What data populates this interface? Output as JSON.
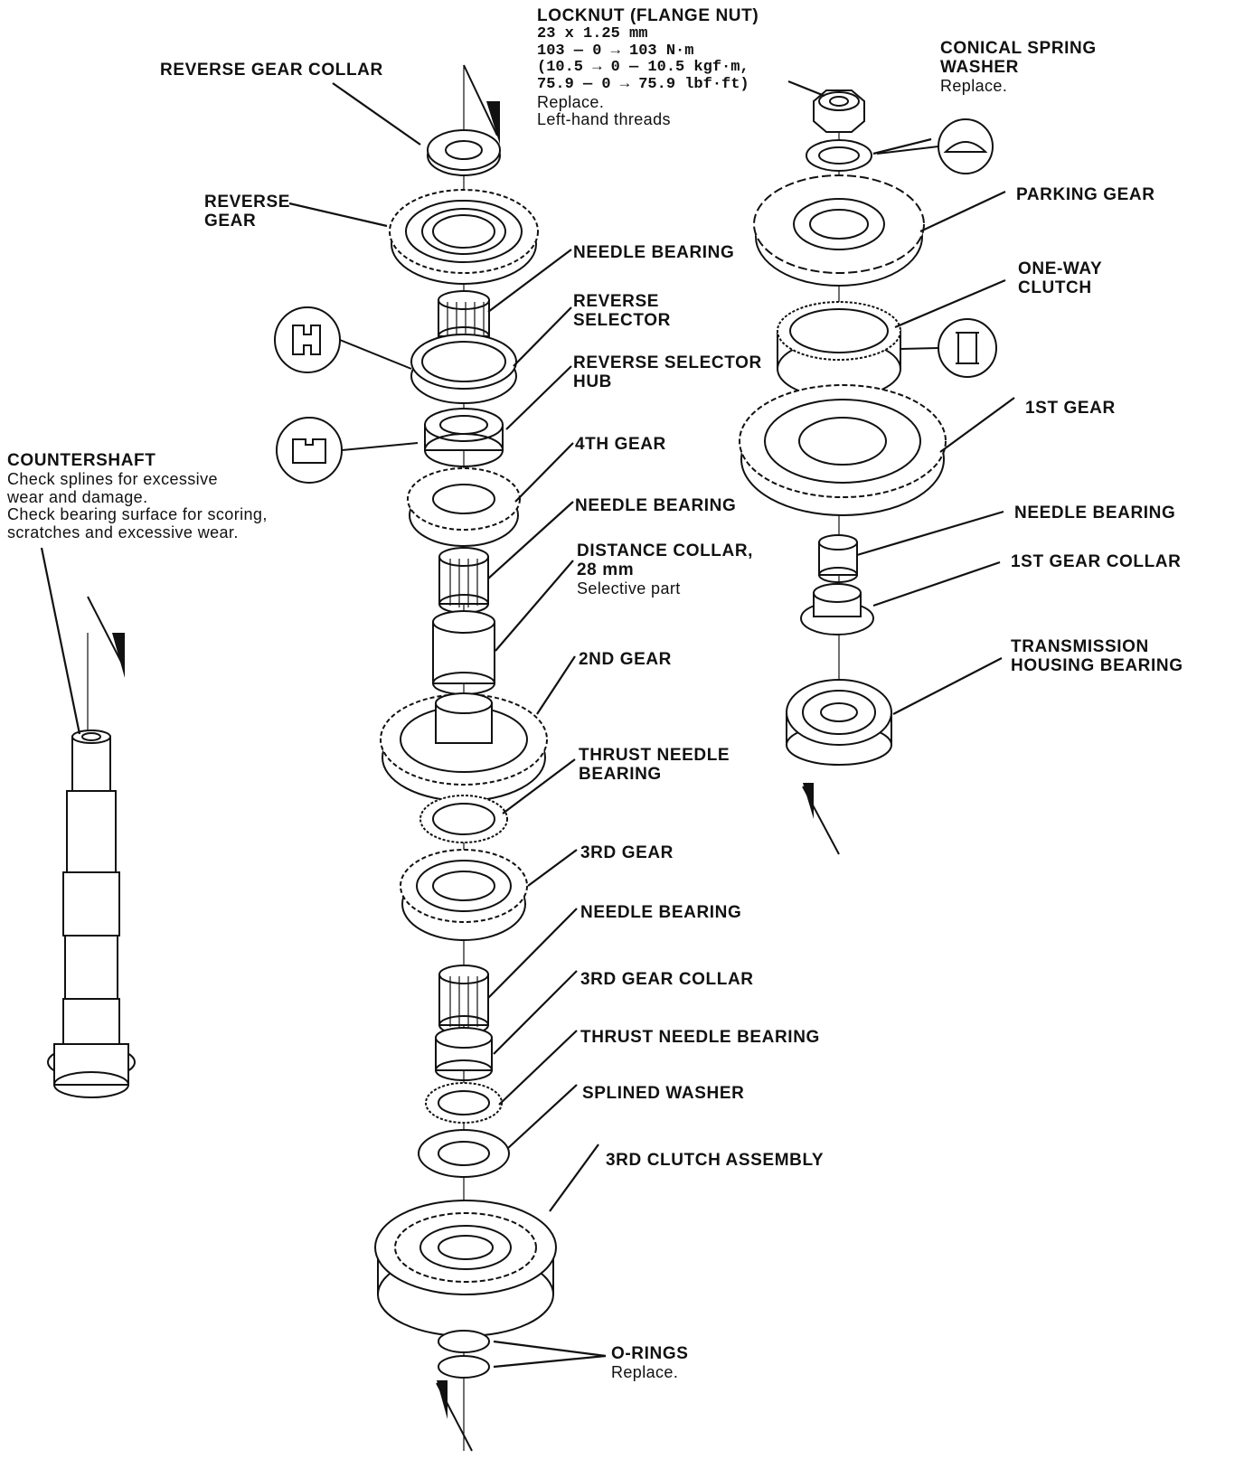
{
  "labels": {
    "reverse_gear_collar": "REVERSE GEAR COLLAR",
    "reverse_gear": [
      "REVERSE",
      "GEAR"
    ],
    "locknut": {
      "title": "LOCKNUT (FLANGE NUT)",
      "size": "23 x 1.25 mm",
      "torque_nm": "103 — 0 → 103 N·m",
      "torque_kgf": "(10.5 → 0 — 10.5 kgf·m,",
      "torque_lbf": "75.9 — 0 → 75.9 lbf·ft)",
      "note1": "Replace.",
      "note2": "Left-hand threads"
    },
    "conical_spring_washer": {
      "title1": "CONICAL SPRING",
      "title2": "WASHER",
      "note": "Replace."
    },
    "parking_gear": "PARKING GEAR",
    "needle_bearing_1": "NEEDLE BEARING",
    "reverse_selector": [
      "REVERSE",
      "SELECTOR"
    ],
    "one_way_clutch": [
      "ONE-WAY",
      "CLUTCH"
    ],
    "reverse_selector_hub": [
      "REVERSE SELECTOR",
      "HUB"
    ],
    "first_gear": "1ST GEAR",
    "fourth_gear": "4TH GEAR",
    "countershaft": {
      "title": "COUNTERSHAFT",
      "line1": "Check splines for excessive",
      "line2": "wear and damage.",
      "line3": "Check bearing surface for scoring,",
      "line4": "scratches and excessive wear."
    },
    "needle_bearing_2": "NEEDLE BEARING",
    "needle_bearing_right": "NEEDLE BEARING",
    "distance_collar": {
      "title1": "DISTANCE COLLAR,",
      "title2": "28 mm",
      "note": "Selective part"
    },
    "first_gear_collar": "1ST GEAR COLLAR",
    "transmission_housing_bearing": [
      "TRANSMISSION",
      "HOUSING BEARING"
    ],
    "second_gear": "2ND GEAR",
    "thrust_needle_bearing_1": [
      "THRUST NEEDLE",
      "BEARING"
    ],
    "third_gear": "3RD GEAR",
    "needle_bearing_3": "NEEDLE BEARING",
    "third_gear_collar": "3RD GEAR COLLAR",
    "thrust_needle_bearing_2": "THRUST NEEDLE BEARING",
    "splined_washer": "SPLINED WASHER",
    "third_clutch_assembly": "3RD CLUTCH ASSEMBLY",
    "o_rings": {
      "title": "O-RINGS",
      "note": "Replace."
    }
  }
}
